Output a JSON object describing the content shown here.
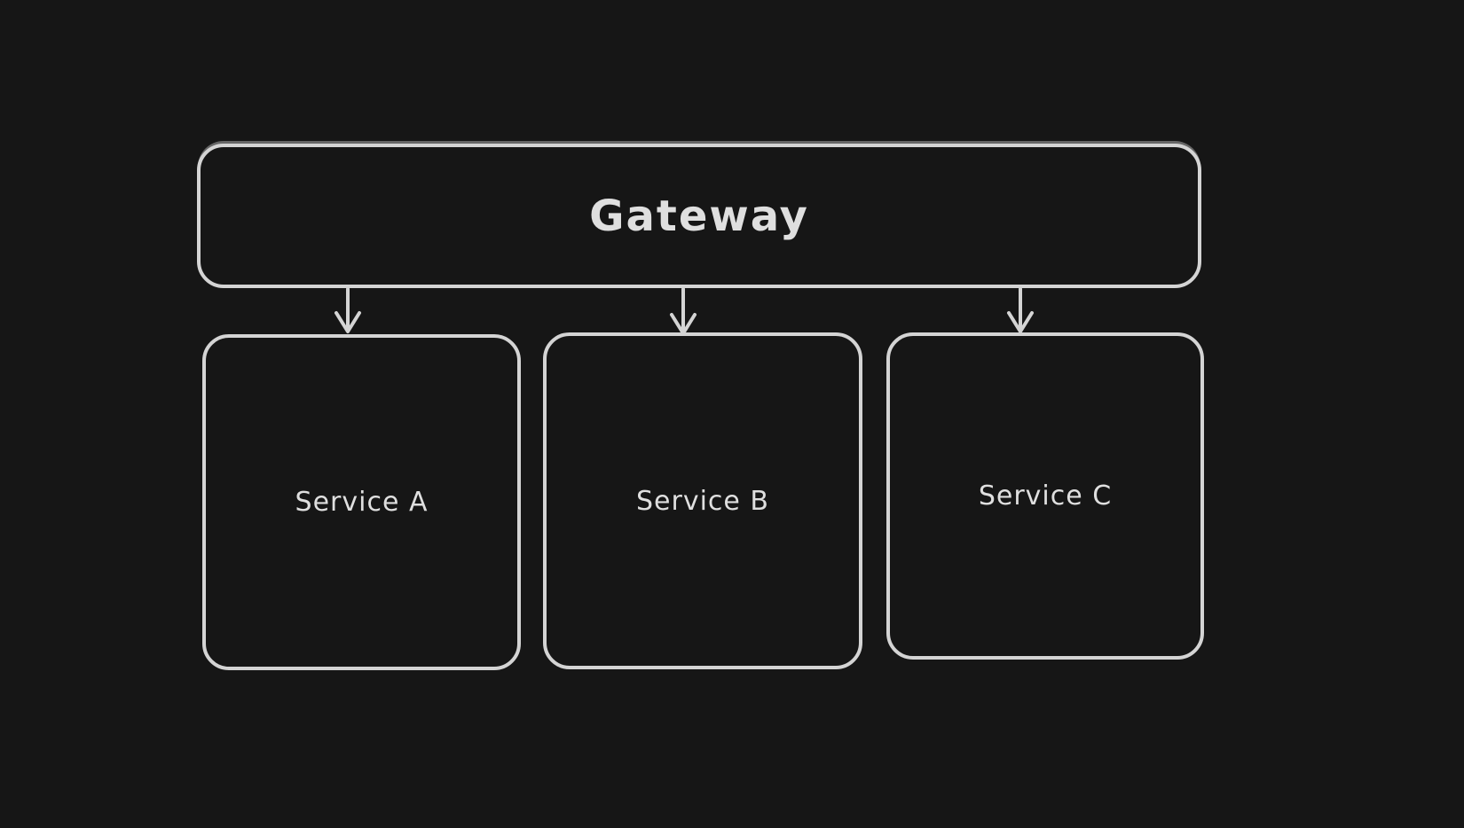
{
  "colors": {
    "background": "#161616",
    "stroke": "#d4d4d4",
    "text": "#dfdfdf"
  },
  "nodes": [
    {
      "id": "gateway",
      "label": "Gateway"
    },
    {
      "id": "service-a",
      "label": "Service A"
    },
    {
      "id": "service-b",
      "label": "Service B"
    },
    {
      "id": "service-c",
      "label": "Service C"
    }
  ],
  "edges": [
    {
      "from": "gateway",
      "to": "service-a",
      "style": "arrow-down"
    },
    {
      "from": "gateway",
      "to": "service-b",
      "style": "arrow-down"
    },
    {
      "from": "gateway",
      "to": "service-c",
      "style": "arrow-down"
    }
  ]
}
